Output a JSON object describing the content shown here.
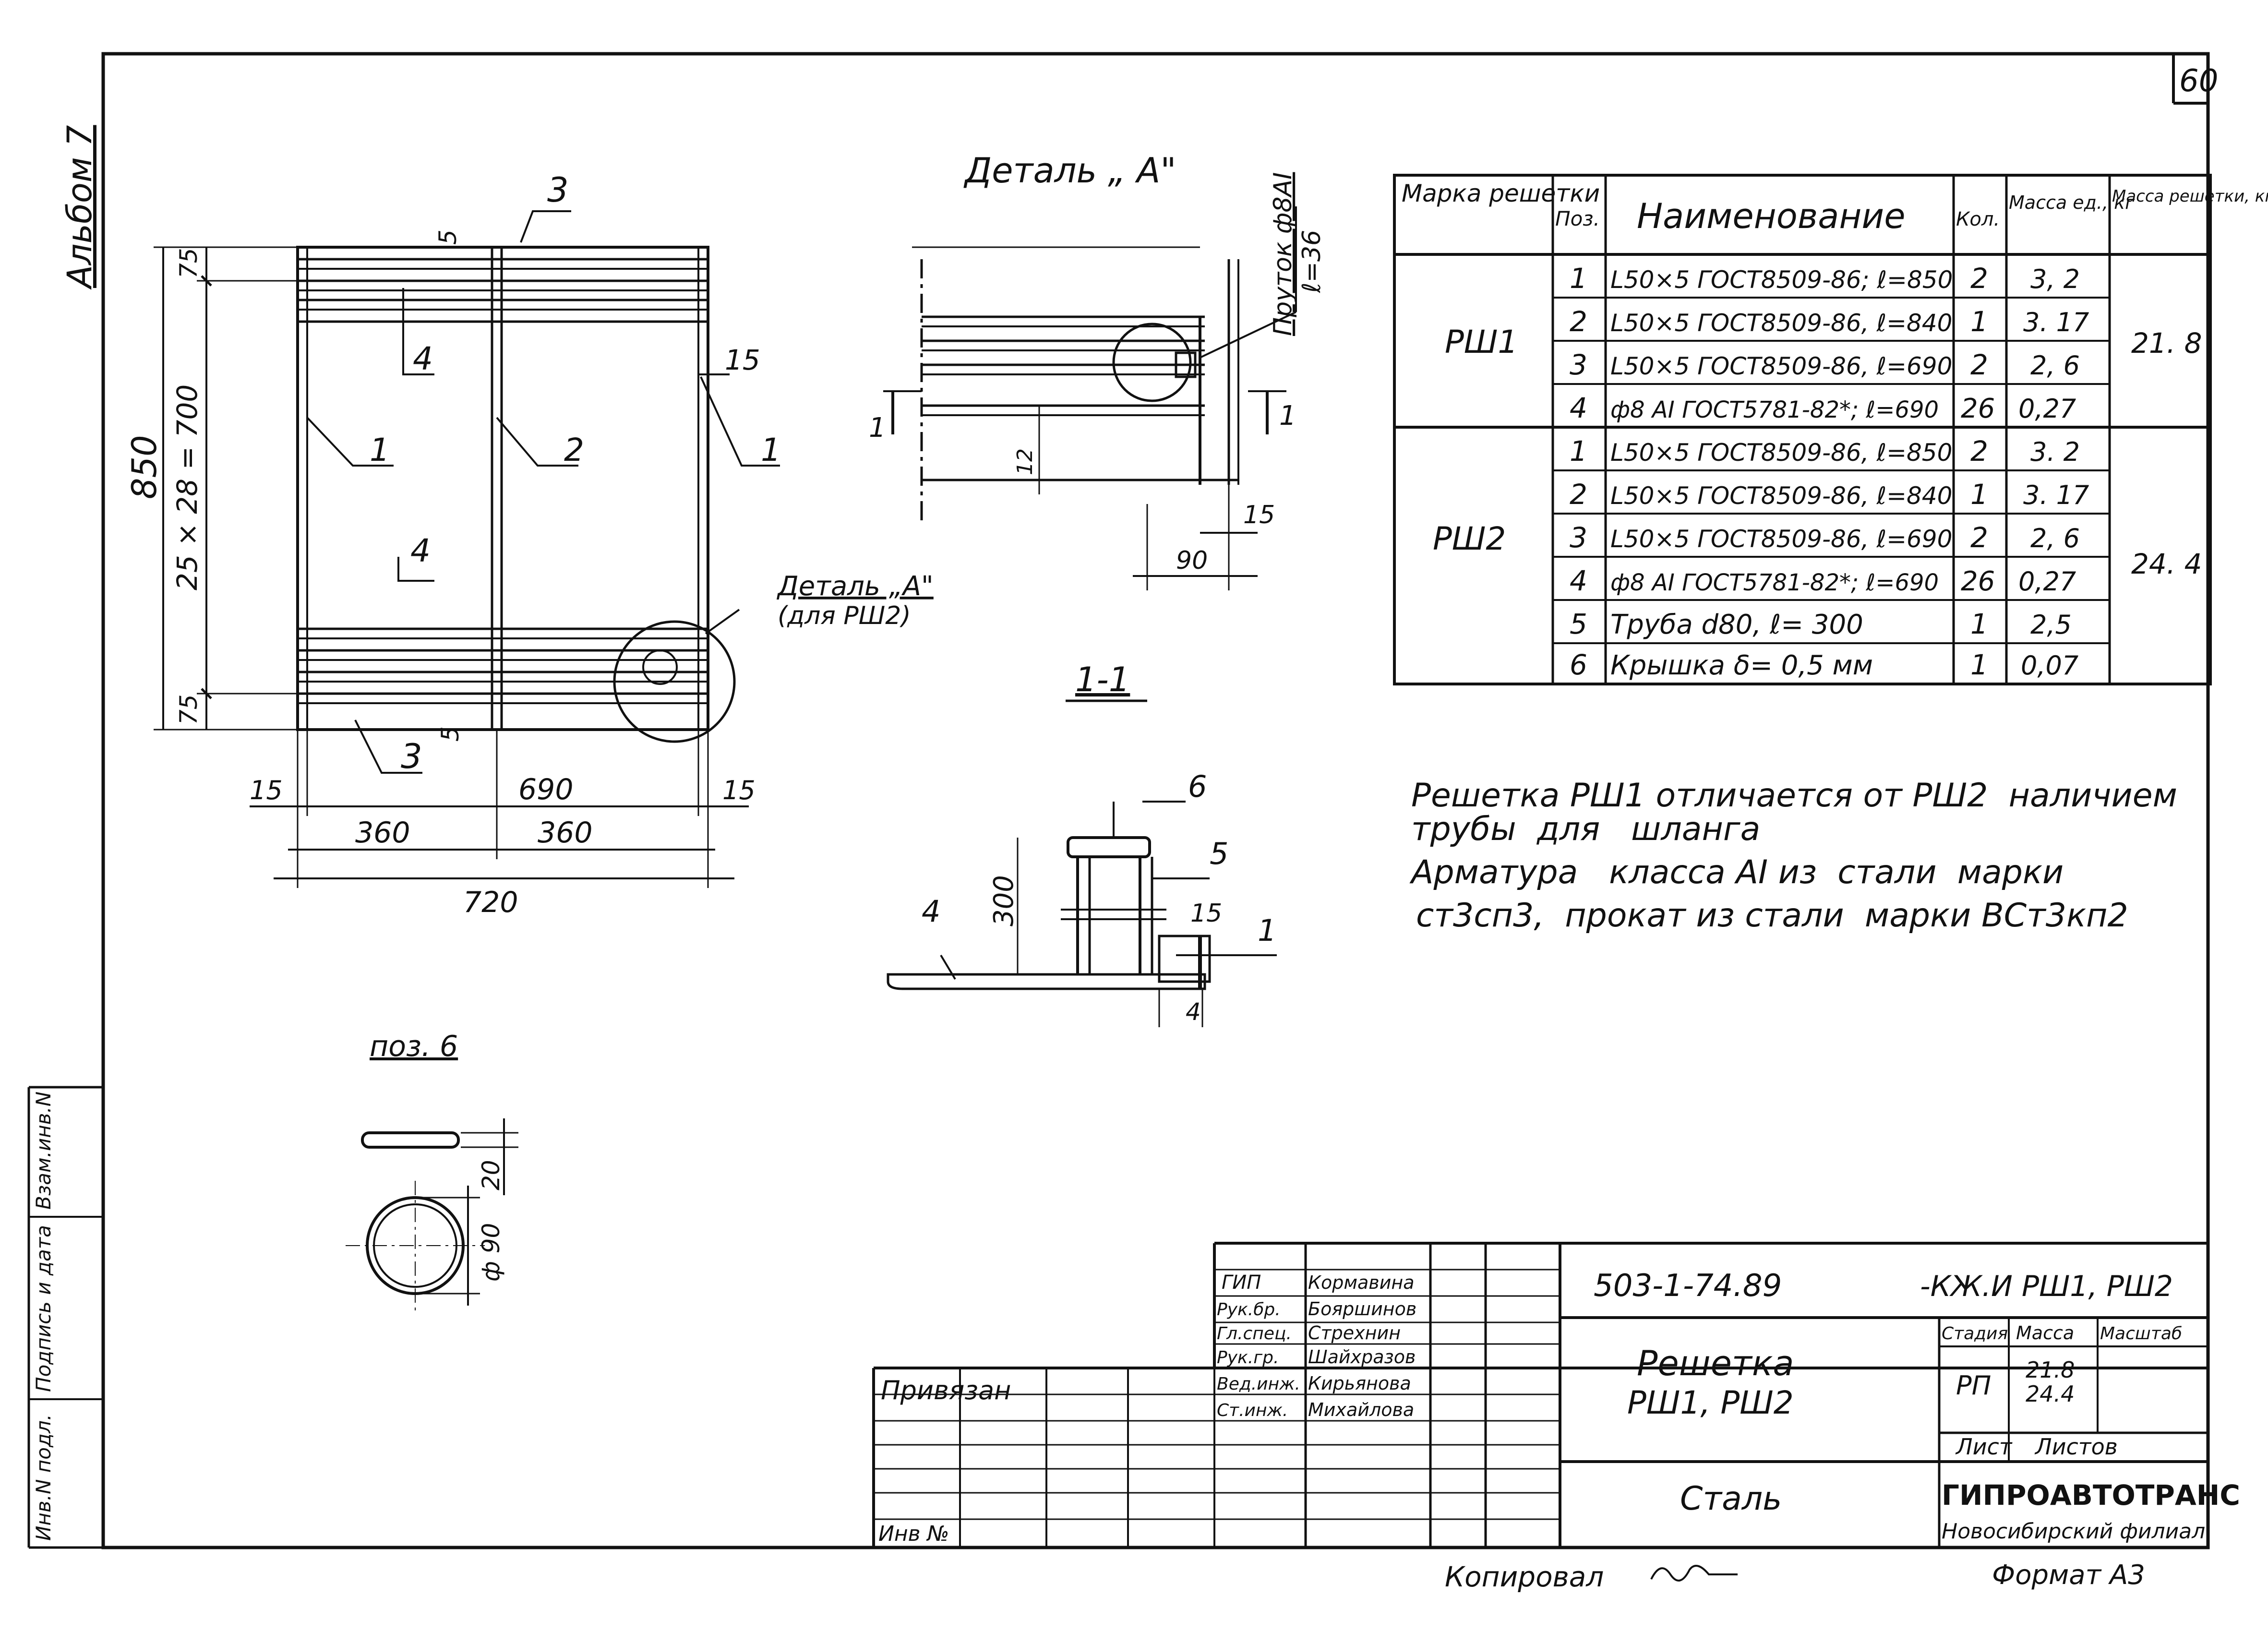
{
  "sheet": {
    "page_number": "60",
    "album_label": "Альбом 7",
    "copied_by": "Копировал",
    "format": "Формат А3",
    "side_stamp": [
      "Инв.N подл.",
      "Подпись и дата",
      "Взам.инв.N"
    ]
  },
  "grate_view": {
    "pos_labels": [
      "3",
      "4",
      "15",
      "1",
      "2",
      "1",
      "4",
      "3"
    ],
    "dims": {
      "top_gap": "5",
      "bottom_gap": "5",
      "side_15": "15",
      "height_total": "850",
      "inner_height": "25 × 28 = 700",
      "top_75": "75",
      "bottom_75": "75",
      "left_15": "15",
      "inner_width": "690",
      "right_15": "15",
      "half_left": "360",
      "half_right": "360",
      "total_width": "720"
    },
    "detail_callout": [
      "Деталь „А\"",
      "(для РШ2)"
    ]
  },
  "detail_a": {
    "title": "Деталь „ А\"",
    "rod_label": [
      "Пруток ф8АI",
      "ℓ=36"
    ],
    "dims": {
      "d12": "12",
      "d90": "90",
      "d15": "15"
    },
    "section_marks": [
      "1",
      "1"
    ]
  },
  "section_1_1": {
    "title": "1-1",
    "pos_labels": [
      "6",
      "5",
      "4",
      "15",
      "1",
      "4"
    ],
    "dims": {
      "height": "300"
    }
  },
  "pos6": {
    "title": "поз. 6",
    "dims": {
      "thickness": "20",
      "diameter": "ф 90"
    }
  },
  "spec_table": {
    "headers": [
      "Марка решетки",
      "Поз.",
      "Наименование",
      "Кол.",
      "Масса ед., кг",
      "Масса решетки, кг"
    ],
    "groups": [
      {
        "mark": "РШ1",
        "total_mass": "21. 8",
        "rows": [
          {
            "pos": "1",
            "name": "L50×5 ГОСТ8509-86; ℓ=850",
            "qty": "2",
            "mass": "3, 2"
          },
          {
            "pos": "2",
            "name": "L50×5 ГОСТ8509-86, ℓ=840",
            "qty": "1",
            "mass": "3. 17"
          },
          {
            "pos": "3",
            "name": "L50×5 ГОСТ8509-86, ℓ=690",
            "qty": "2",
            "mass": "2, 6"
          },
          {
            "pos": "4",
            "name": "ф8 АI ГОСТ5781-82*; ℓ=690",
            "qty": "26",
            "mass": "0,27"
          }
        ]
      },
      {
        "mark": "РШ2",
        "total_mass": "24. 4",
        "rows": [
          {
            "pos": "1",
            "name": "L50×5 ГОСТ8509-86, ℓ=850",
            "qty": "2",
            "mass": "3. 2"
          },
          {
            "pos": "2",
            "name": "L50×5 ГОСТ8509-86, ℓ=840",
            "qty": "1",
            "mass": "3. 17"
          },
          {
            "pos": "3",
            "name": "L50×5 ГОСТ8509-86, ℓ=690",
            "qty": "2",
            "mass": "2, 6"
          },
          {
            "pos": "4",
            "name": "ф8 АI ГОСТ5781-82*; ℓ=690",
            "qty": "26",
            "mass": "0,27"
          },
          {
            "pos": "5",
            "name": "Труба d80,   ℓ= 300",
            "qty": "1",
            "mass": "2,5"
          },
          {
            "pos": "6",
            "name": "Крышка δ= 0,5 мм",
            "qty": "1",
            "mass": "0,07"
          }
        ]
      }
    ]
  },
  "notes": [
    "Решетка РШ1 отличается от РШ2  наличием",
    "трубы  для   шланга",
    "Арматура   класса АI из  стали  марки",
    "ст3сп3,  прокат из стали  марки ВСт3кп2"
  ],
  "title_block": {
    "doc_code": "503-1-74.89",
    "doc_suffix": "-КЖ.И РШ1, РШ2",
    "staff": [
      {
        "role": "ГИП",
        "name": "Кормавина"
      },
      {
        "role": "Рук.бр.",
        "name": "Бояршинов"
      },
      {
        "role": "Гл.спец.",
        "name": "Стрехнин"
      },
      {
        "role": "Рук.гр.",
        "name": "Шайхразов"
      },
      {
        "role": "Вед.инж.",
        "name": "Кирьянова"
      },
      {
        "role": "Ст.инж.",
        "name": "Михайлова"
      }
    ],
    "privyazan": "Привязан",
    "inv_no": "Инв №",
    "title_lines": [
      "Решетка",
      "РШ1, РШ2"
    ],
    "material": "Сталь",
    "stage_header": "Стадия",
    "mass_header": "Масса",
    "scale_header": "Масштаб",
    "stage": "РП",
    "mass_values": [
      "21.8",
      "24.4"
    ],
    "sheet_label": "Лист",
    "sheets_label": "Листов",
    "organization": "ГИПРОАВТОТРАНС",
    "branch": "Новосибирский филиал"
  }
}
